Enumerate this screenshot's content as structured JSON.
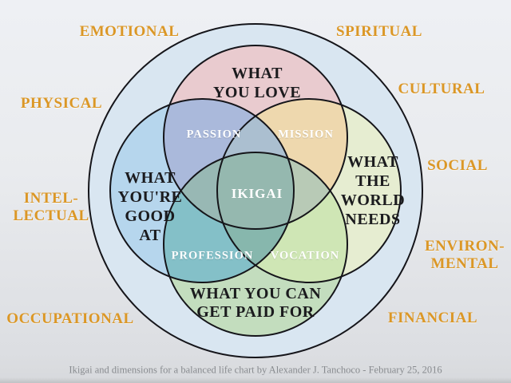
{
  "colors": {
    "dimension_label": "#db9726",
    "outline": "#15151a",
    "outer_ring": "#d9e6f1",
    "circle_love": "#e9cbcf",
    "circle_good_at": "#b6d6ed",
    "circle_world_needs": "#e6edd1",
    "circle_paid_for": "#c3ddbe",
    "overlap_passion": "#aab9db",
    "overlap_mission": "#eed8ae",
    "overlap_profession": "#84c0c8",
    "overlap_vocation": "#cfe6b5",
    "overlap_love_good_world": "#abbfd0",
    "overlap_paid_good_world": "#87b7ad",
    "overlap_good_love_paid": "#98b8b4",
    "overlap_world_love_paid": "#b8cab6",
    "center_ikigai_fill": "#95b8af",
    "circle_text": "#1b1b1e",
    "overlap_text": "#ffffff",
    "caption_text": "#888b8f"
  },
  "dimensions": {
    "emotional": "EMOTIONAL",
    "spiritual": "SPIRITUAL",
    "physical": "PHYSICAL",
    "cultural": "CULTURAL",
    "intellectual_line1": "INTEL-",
    "intellectual_line2": "LECTUAL",
    "social": "SOCIAL",
    "environmental_line1": "ENVIRON-",
    "environmental_line2": "MENTAL",
    "occupational": "OCCUPATIONAL",
    "financial": "FINANCIAL"
  },
  "circles": {
    "love_line1": "WHAT",
    "love_line2": "YOU LOVE",
    "good_line1": "WHAT",
    "good_line2": "YOU'RE",
    "good_line3": "GOOD",
    "good_line4": "AT",
    "world_line1": "WHAT",
    "world_line2": "THE",
    "world_line3": "WORLD",
    "world_line4": "NEEDS",
    "paid_line1": "WHAT YOU CAN",
    "paid_line2": "GET PAID FOR"
  },
  "overlaps": {
    "passion": "PASSION",
    "mission": "MISSION",
    "profession": "PROFESSION",
    "vocation": "VOCATION",
    "ikigai": "IKIGAI"
  },
  "caption": "Ikigai and dimensions for a balanced life chart by Alexander J. Tanchoco - February 25, 2016"
}
